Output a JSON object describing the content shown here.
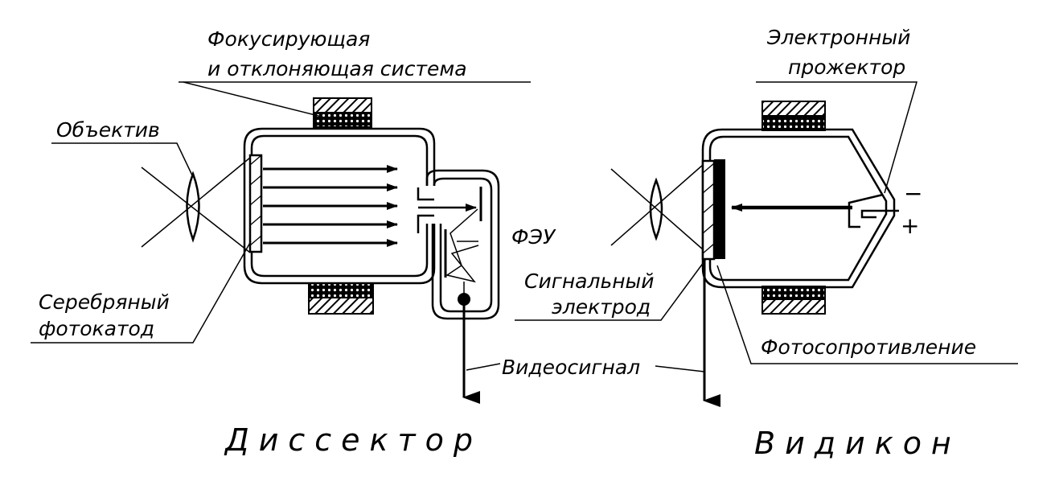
{
  "dissector": {
    "title": "Диссектор",
    "focusing_system_line1": "Фокусирующая",
    "focusing_system_line2": "и отклоняющая система",
    "objective": "Объектив",
    "photocathode_line1": "Серебряный",
    "photocathode_line2": "фотокатод",
    "pmt": "ФЭУ"
  },
  "shared": {
    "video_signal": "Видеосигнал"
  },
  "vidicon": {
    "title": "Видикон",
    "gun_line1": "Электронный",
    "gun_line2": "прожектор",
    "signal_electrode_line1": "Сигнальный",
    "signal_electrode_line2": "электрод",
    "photoresistance": "Фотосопротивление",
    "minus": "−",
    "plus": "+"
  },
  "colors": {
    "ink": "#000000",
    "paper": "#ffffff"
  }
}
